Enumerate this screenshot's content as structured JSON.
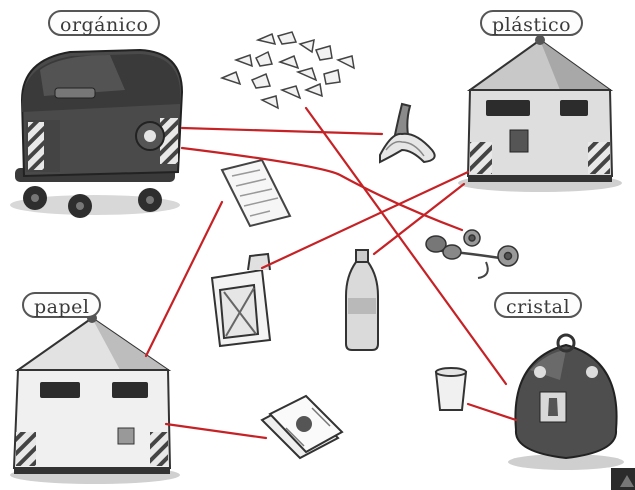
{
  "bins": {
    "organico": "orgánico",
    "plastico": "plástico",
    "papel": "papel",
    "cristal": "cristal"
  }
}
